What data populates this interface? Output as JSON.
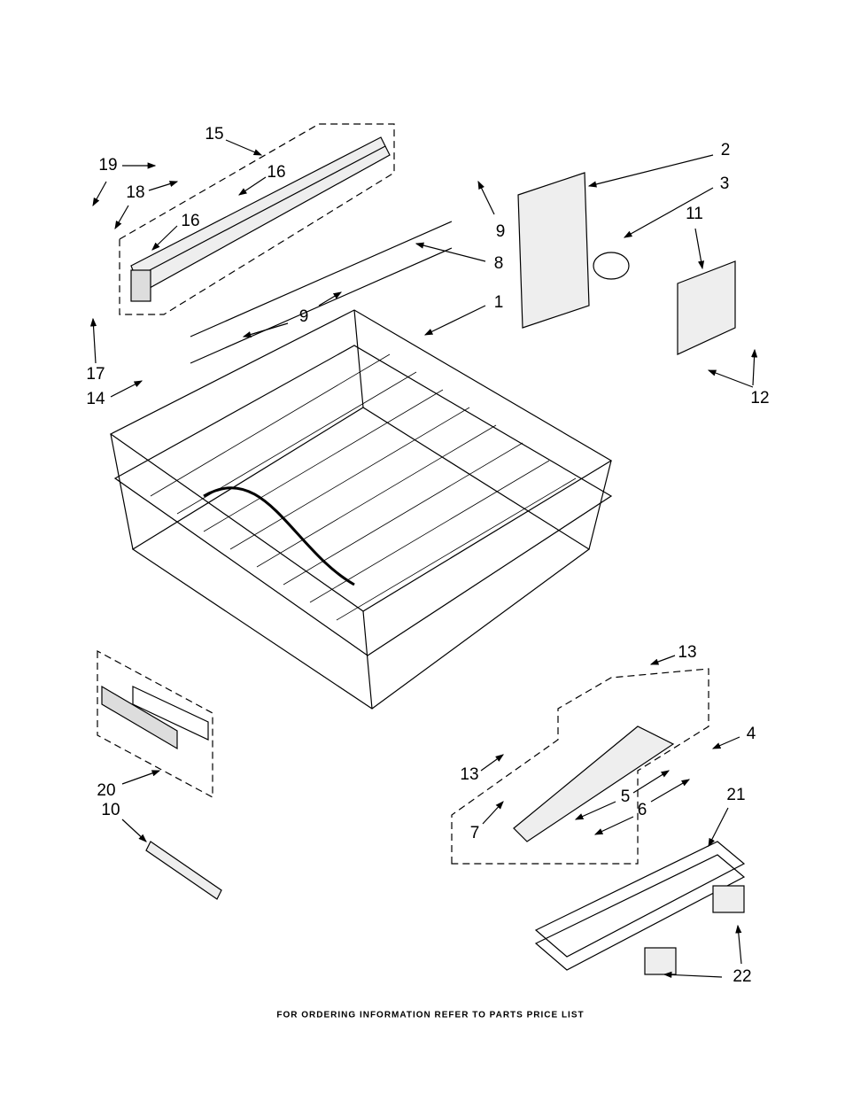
{
  "diagram": {
    "labels": [
      {
        "id": "15",
        "text": "15"
      },
      {
        "id": "19",
        "text": "19"
      },
      {
        "id": "16a",
        "text": "16"
      },
      {
        "id": "18",
        "text": "18"
      },
      {
        "id": "16b",
        "text": "16"
      },
      {
        "id": "17",
        "text": "17"
      },
      {
        "id": "14",
        "text": "14"
      },
      {
        "id": "9a",
        "text": "9"
      },
      {
        "id": "8",
        "text": "8"
      },
      {
        "id": "9b",
        "text": "9"
      },
      {
        "id": "1",
        "text": "1"
      },
      {
        "id": "2",
        "text": "2"
      },
      {
        "id": "3",
        "text": "3"
      },
      {
        "id": "11",
        "text": "11"
      },
      {
        "id": "12",
        "text": "12"
      },
      {
        "id": "13a",
        "text": "13"
      },
      {
        "id": "4",
        "text": "4"
      },
      {
        "id": "13b",
        "text": "13"
      },
      {
        "id": "5",
        "text": "5"
      },
      {
        "id": "6",
        "text": "6"
      },
      {
        "id": "7",
        "text": "7"
      },
      {
        "id": "20",
        "text": "20"
      },
      {
        "id": "10",
        "text": "10"
      },
      {
        "id": "21",
        "text": "21"
      },
      {
        "id": "22",
        "text": "22"
      }
    ],
    "footer": "FOR ORDERING INFORMATION REFER TO PARTS PRICE LIST"
  }
}
